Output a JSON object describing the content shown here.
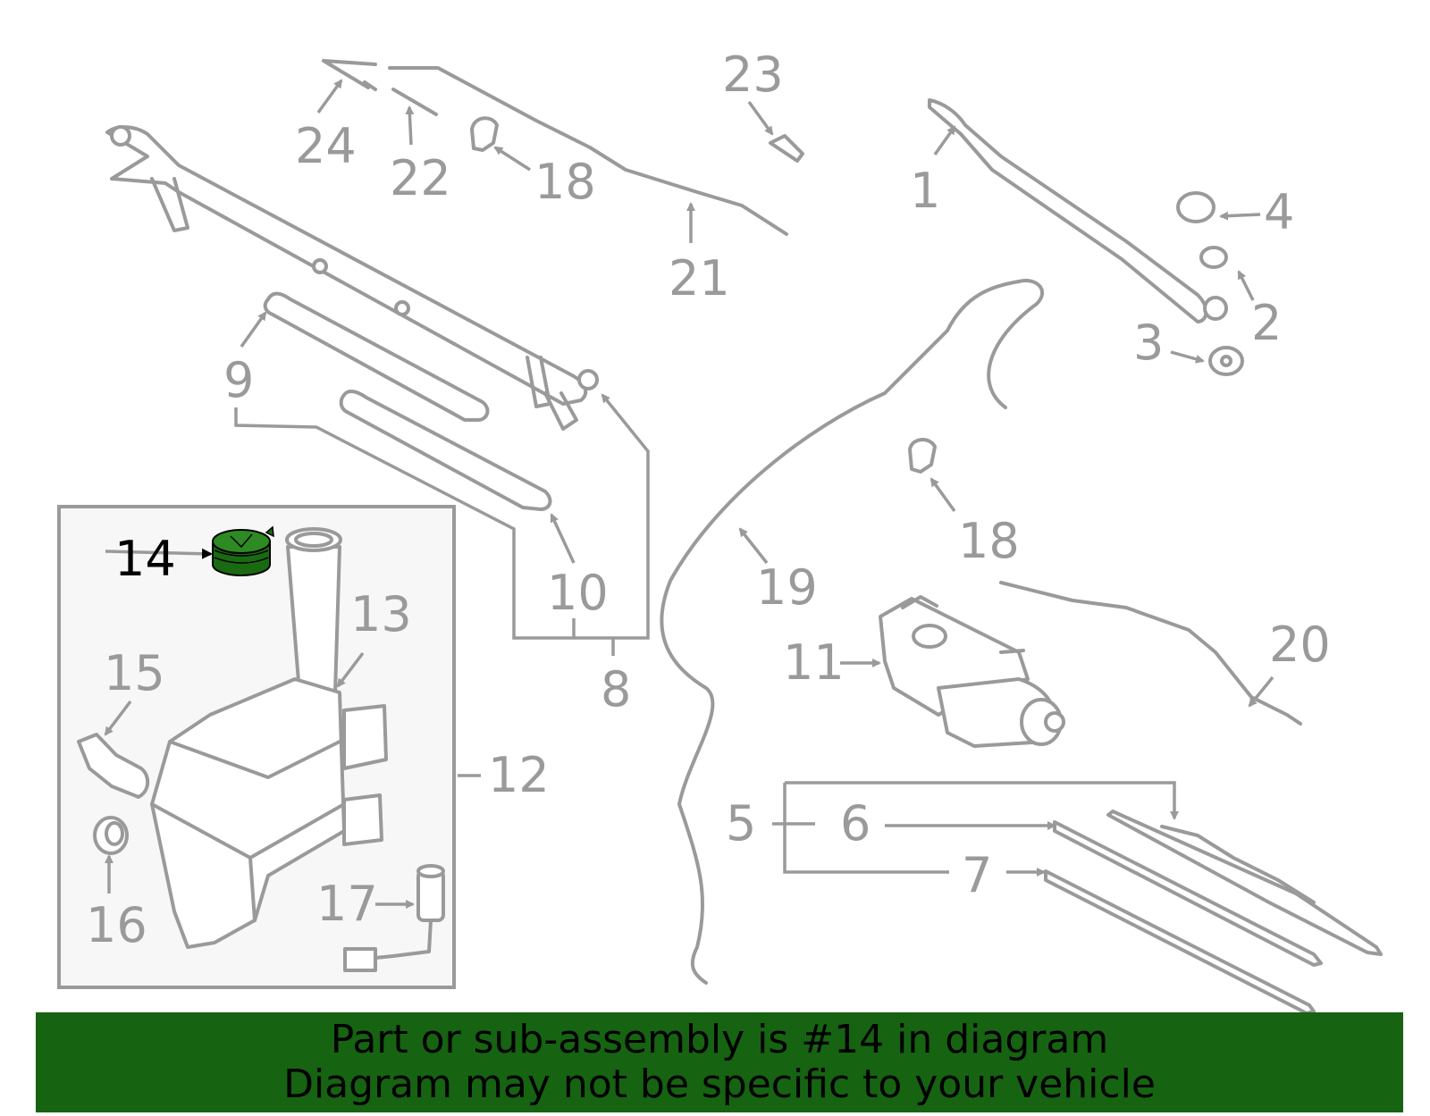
{
  "colors": {
    "line": "#9a9a9a",
    "highlight": "#166312",
    "banner": "#166312",
    "text_highlight": "#000000"
  },
  "diagram": {
    "highlighted_part": "14",
    "callouts": [
      {
        "id": "1",
        "text": "1"
      },
      {
        "id": "2",
        "text": "2"
      },
      {
        "id": "3",
        "text": "3"
      },
      {
        "id": "4",
        "text": "4"
      },
      {
        "id": "5",
        "text": "5"
      },
      {
        "id": "6",
        "text": "6"
      },
      {
        "id": "7",
        "text": "7"
      },
      {
        "id": "8",
        "text": "8"
      },
      {
        "id": "9",
        "text": "9"
      },
      {
        "id": "10",
        "text": "10"
      },
      {
        "id": "11",
        "text": "11"
      },
      {
        "id": "12",
        "text": "12"
      },
      {
        "id": "13",
        "text": "13"
      },
      {
        "id": "14",
        "text": "14"
      },
      {
        "id": "15",
        "text": "15"
      },
      {
        "id": "16",
        "text": "16"
      },
      {
        "id": "17",
        "text": "17"
      },
      {
        "id": "18a",
        "text": "18"
      },
      {
        "id": "18b",
        "text": "18"
      },
      {
        "id": "19",
        "text": "19"
      },
      {
        "id": "20",
        "text": "20"
      },
      {
        "id": "21",
        "text": "21"
      },
      {
        "id": "22",
        "text": "22"
      },
      {
        "id": "23",
        "text": "23"
      },
      {
        "id": "24",
        "text": "24"
      }
    ]
  },
  "banner": {
    "line1": "Part or sub-assembly is #14 in diagram",
    "line2": "Diagram may not be specific to your vehicle"
  }
}
